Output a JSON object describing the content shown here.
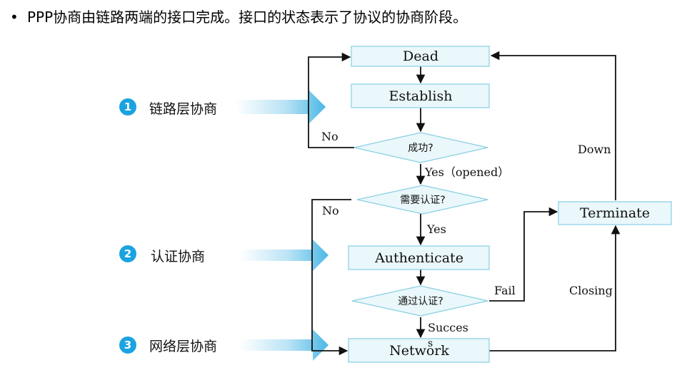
{
  "heading": {
    "bullet": "•",
    "text": "PPP协商由链路两端的接口完成。接口的状态表示了协议的协商阶段。"
  },
  "states": {
    "dead": "Dead",
    "establish": "Establish",
    "authenticate": "Authenticate",
    "network": "Network",
    "terminate": "Terminate"
  },
  "decisions": {
    "success": "成功?",
    "need_auth": "需要认证?",
    "auth_pass": "通过认证?"
  },
  "labels": {
    "no1": "No",
    "yes_opened": "Yes（opened）",
    "no2": "No",
    "yes2": "Yes",
    "fail": "Fail",
    "success_line1": "Succes",
    "success_line2": "s",
    "down": "Down",
    "closing": "Closing"
  },
  "phases": [
    {
      "num": "1",
      "label": "链路层协商"
    },
    {
      "num": "2",
      "label": "认证协商"
    },
    {
      "num": "3",
      "label": "网络层协商"
    }
  ],
  "colors": {
    "box_fill": "#eaf7fb",
    "box_stroke": "#86cfe2",
    "badge": "#1aa3e0",
    "arrow": "#4cb8e6"
  }
}
